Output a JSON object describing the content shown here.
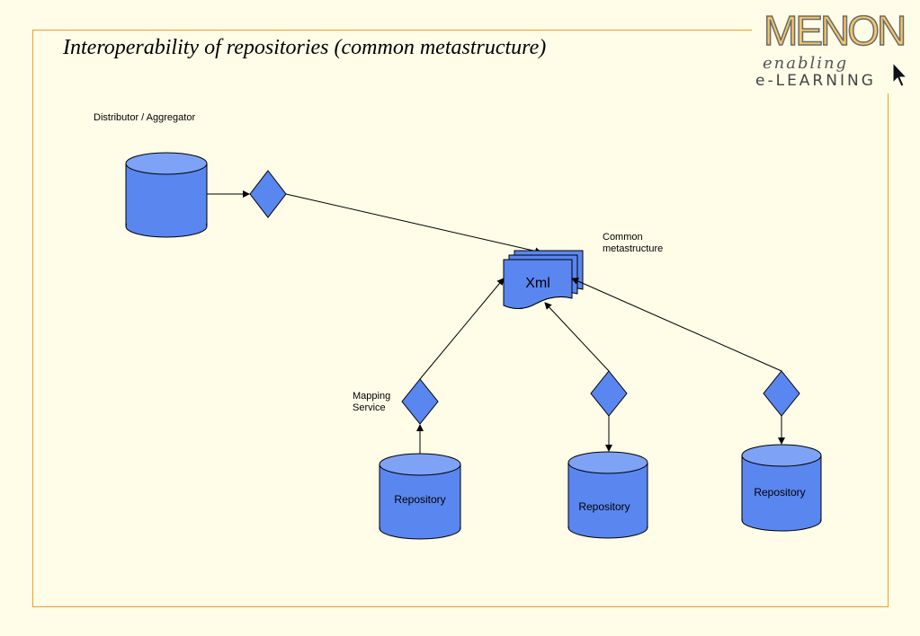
{
  "title": "Interoperability of  repositories (common metastructure)",
  "logo": {
    "main": "MENON",
    "sub1": "enabling",
    "sub2": "e-LEARNING"
  },
  "labels": {
    "distributor": "Distributor / Aggregator",
    "common_line1": "Common",
    "common_line2": "metastructure",
    "mapping_line1": "Mapping",
    "mapping_line2": "Service",
    "xml": "Xml",
    "repository": "Repository"
  },
  "colors": {
    "frame": "#f0a020",
    "shape_fill": "#5a86f0",
    "shape_top": "#7ea2f5",
    "background": "#fffde8"
  },
  "icons": {
    "cursor": "pointer-arrow-icon"
  }
}
